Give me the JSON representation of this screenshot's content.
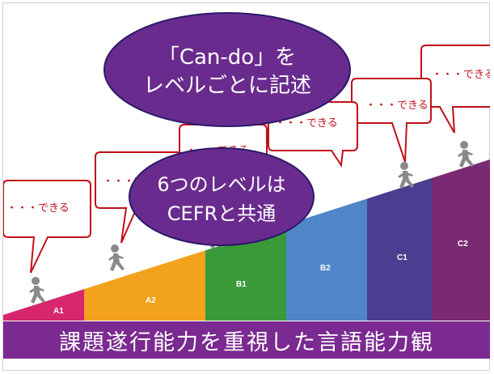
{
  "levels": [
    {
      "label": "A1",
      "color": "#d6266e"
    },
    {
      "label": "A2",
      "color": "#f2a21c"
    },
    {
      "label": "B1",
      "color": "#3a9a3a"
    },
    {
      "label": "B2",
      "color": "#4f86c8"
    },
    {
      "label": "C1",
      "color": "#4b3d8f"
    },
    {
      "label": "C2",
      "color": "#7a2a72"
    }
  ],
  "callouts": [
    "・・・できる",
    "・・・できる",
    "・・・できる",
    "・・・できる",
    "・・・できる",
    "・・・できる"
  ],
  "ellipse_top": {
    "line1": "「Can-do」を",
    "line2": "レベルごとに記述",
    "color": "#6a2b8e"
  },
  "ellipse_mid": {
    "line1": "6つのレベルは",
    "line2": "CEFRと共通",
    "color": "#6a2b8e"
  },
  "banner": {
    "text": "課題遂行能力を重視した言語能力観",
    "color": "#7a2a90"
  },
  "figure_icon": "running-person-icon",
  "bubble_color": "#c0101a"
}
